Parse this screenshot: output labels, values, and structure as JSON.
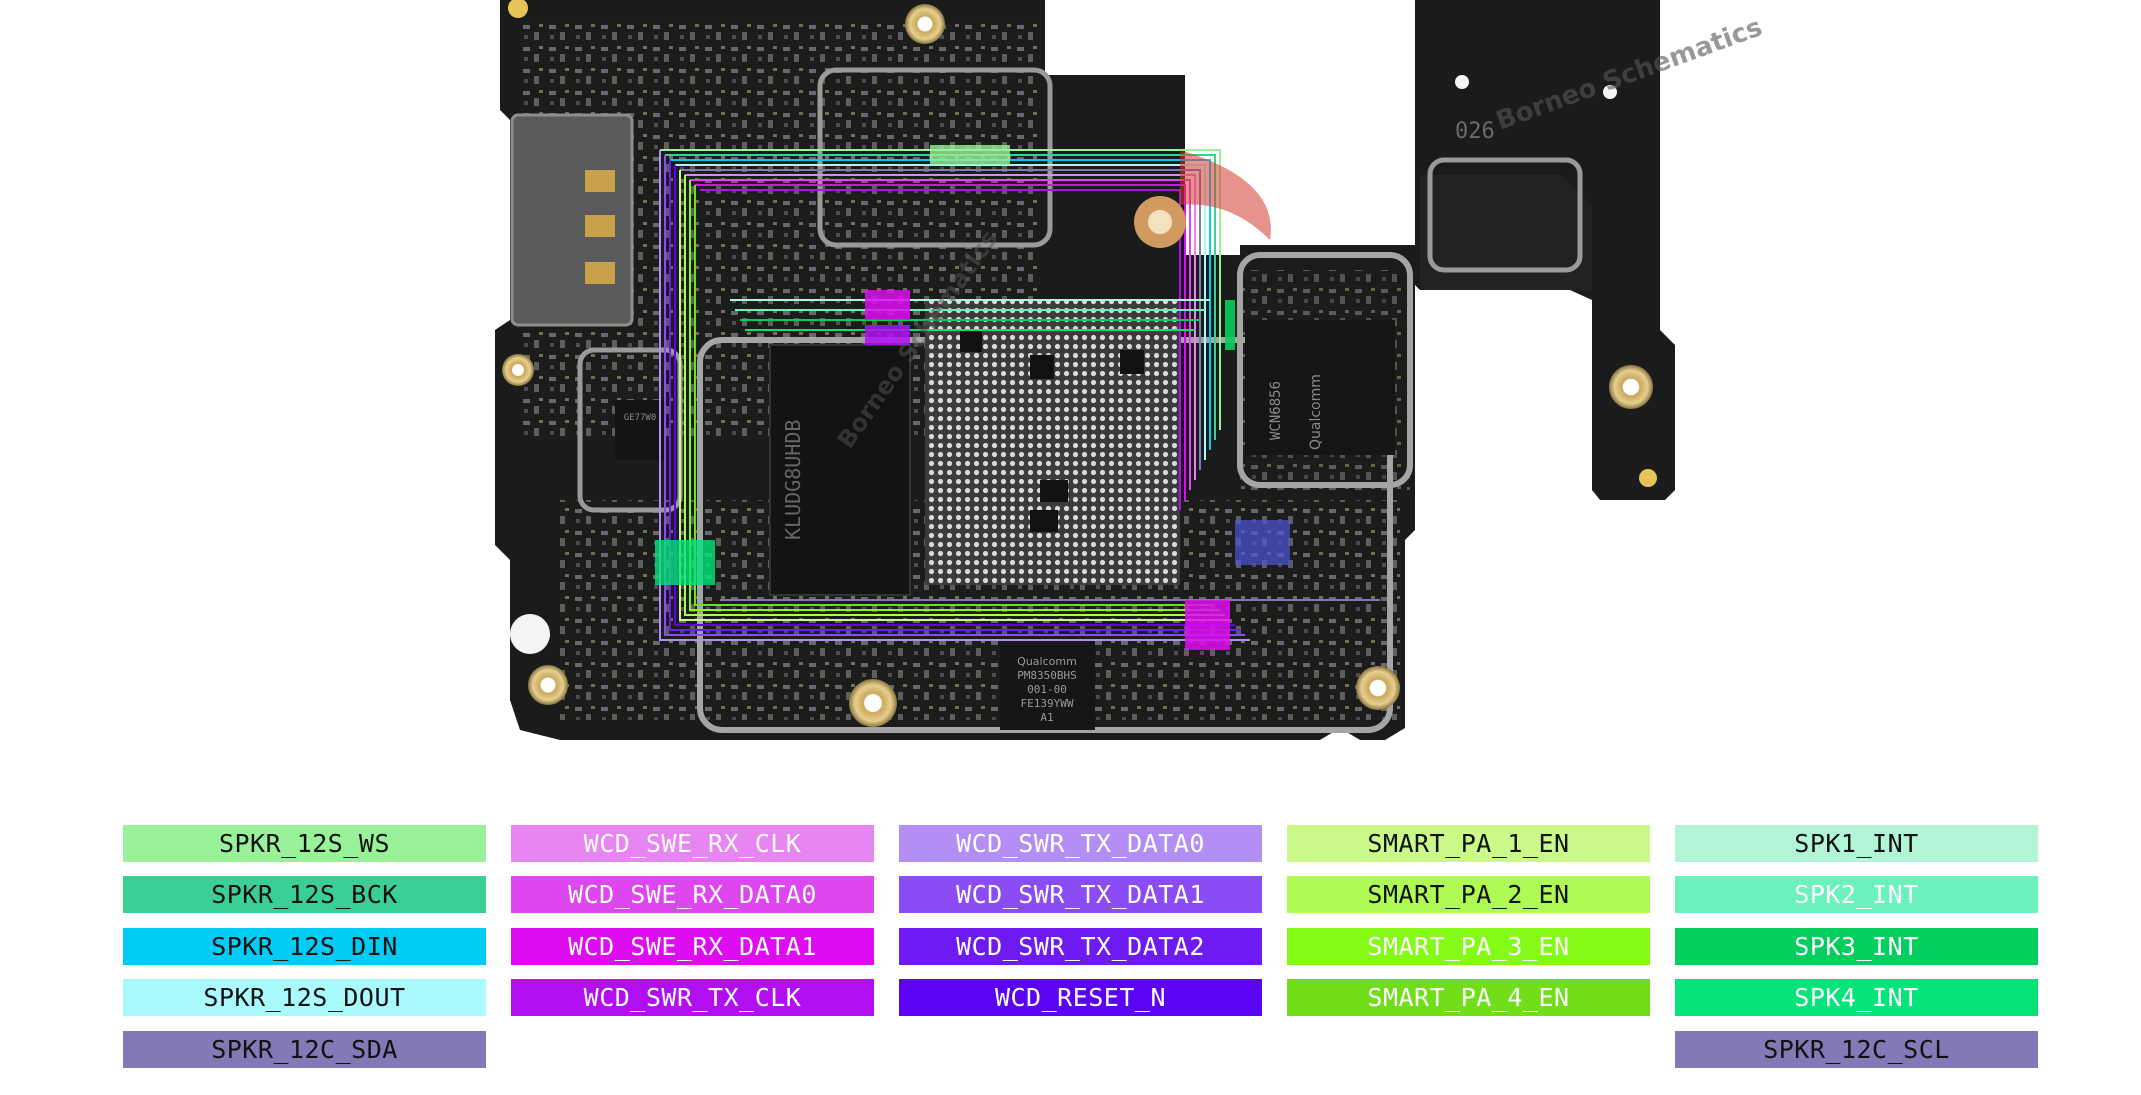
{
  "board": {
    "watermark_top": "Borneo Schematics",
    "watermark_center": "Borneo Schematics",
    "board_code": "026",
    "chip_pmic_line1": "Qualcomm",
    "chip_pmic_line2": "PM8350BHS",
    "chip_pmic_line3": "001-00",
    "chip_pmic_line4": "FE139YWW",
    "chip_pmic_line5": "A1",
    "chip_wifi_brand": "Qualcomm",
    "chip_wifi_model": "WCN6856",
    "chip_mem_text": "KLUDG8UHDB",
    "chip_small_text": "GE77W0"
  },
  "legend": {
    "columns": [
      {
        "items": [
          {
            "label": "SPKR_12S_WS",
            "bg": "#99F299",
            "fg": "#111111"
          },
          {
            "label": "SPKR_12S_BCK",
            "bg": "#3CCF95",
            "fg": "#111111"
          },
          {
            "label": "SPKR_12S_DIN",
            "bg": "#00CCF5",
            "fg": "#111111"
          },
          {
            "label": "SPKR_12S_DOUT",
            "bg": "#A9FAFC",
            "fg": "#111111"
          },
          {
            "label": "SPKR_12C_SDA",
            "bg": "#8478B7",
            "fg": "#111111"
          }
        ]
      },
      {
        "items": [
          {
            "label": "WCD_SWE_RX_CLK",
            "bg": "#E785F2",
            "fg": "#ffffff"
          },
          {
            "label": "WCD_SWE_RX_DATA0",
            "bg": "#DE47EF",
            "fg": "#ffffff"
          },
          {
            "label": "WCD_SWE_RX_DATA1",
            "bg": "#DE0CF1",
            "fg": "#ffffff"
          },
          {
            "label": "WCD_SWR_TX_CLK",
            "bg": "#B20EF2",
            "fg": "#ffffff"
          }
        ]
      },
      {
        "items": [
          {
            "label": "WCD_SWR_TX_DATA0",
            "bg": "#B28EF5",
            "fg": "#ffffff"
          },
          {
            "label": "WCD_SWR_TX_DATA1",
            "bg": "#8A4CF5",
            "fg": "#ffffff"
          },
          {
            "label": "WCD_SWR_TX_DATA2",
            "bg": "#6E1AF3",
            "fg": "#ffffff"
          },
          {
            "label": "WCD_RESET_N",
            "bg": "#5B03F3",
            "fg": "#ffffff"
          }
        ]
      },
      {
        "items": [
          {
            "label": "SMART_PA_1_EN",
            "bg": "#CBF989",
            "fg": "#111111"
          },
          {
            "label": "SMART_PA_2_EN",
            "bg": "#B0FA55",
            "fg": "#111111"
          },
          {
            "label": "SMART_PA_3_EN",
            "bg": "#84FB17",
            "fg": "#ffffff"
          },
          {
            "label": "SMART_PA_4_EN",
            "bg": "#70DE19",
            "fg": "#ffffff"
          }
        ]
      },
      {
        "items": [
          {
            "label": "SPK1_INT",
            "bg": "#B2F5D6",
            "fg": "#111111"
          },
          {
            "label": "SPK2_INT",
            "bg": "#6BF2BA",
            "fg": "#ffffff"
          },
          {
            "label": "SPK3_INT",
            "bg": "#04CE5D",
            "fg": "#ffffff"
          },
          {
            "label": "SPK4_INT",
            "bg": "#04E47A",
            "fg": "#ffffff"
          },
          {
            "label": "SPKR_12C_SCL",
            "bg": "#8478B7",
            "fg": "#111111"
          }
        ]
      }
    ]
  }
}
